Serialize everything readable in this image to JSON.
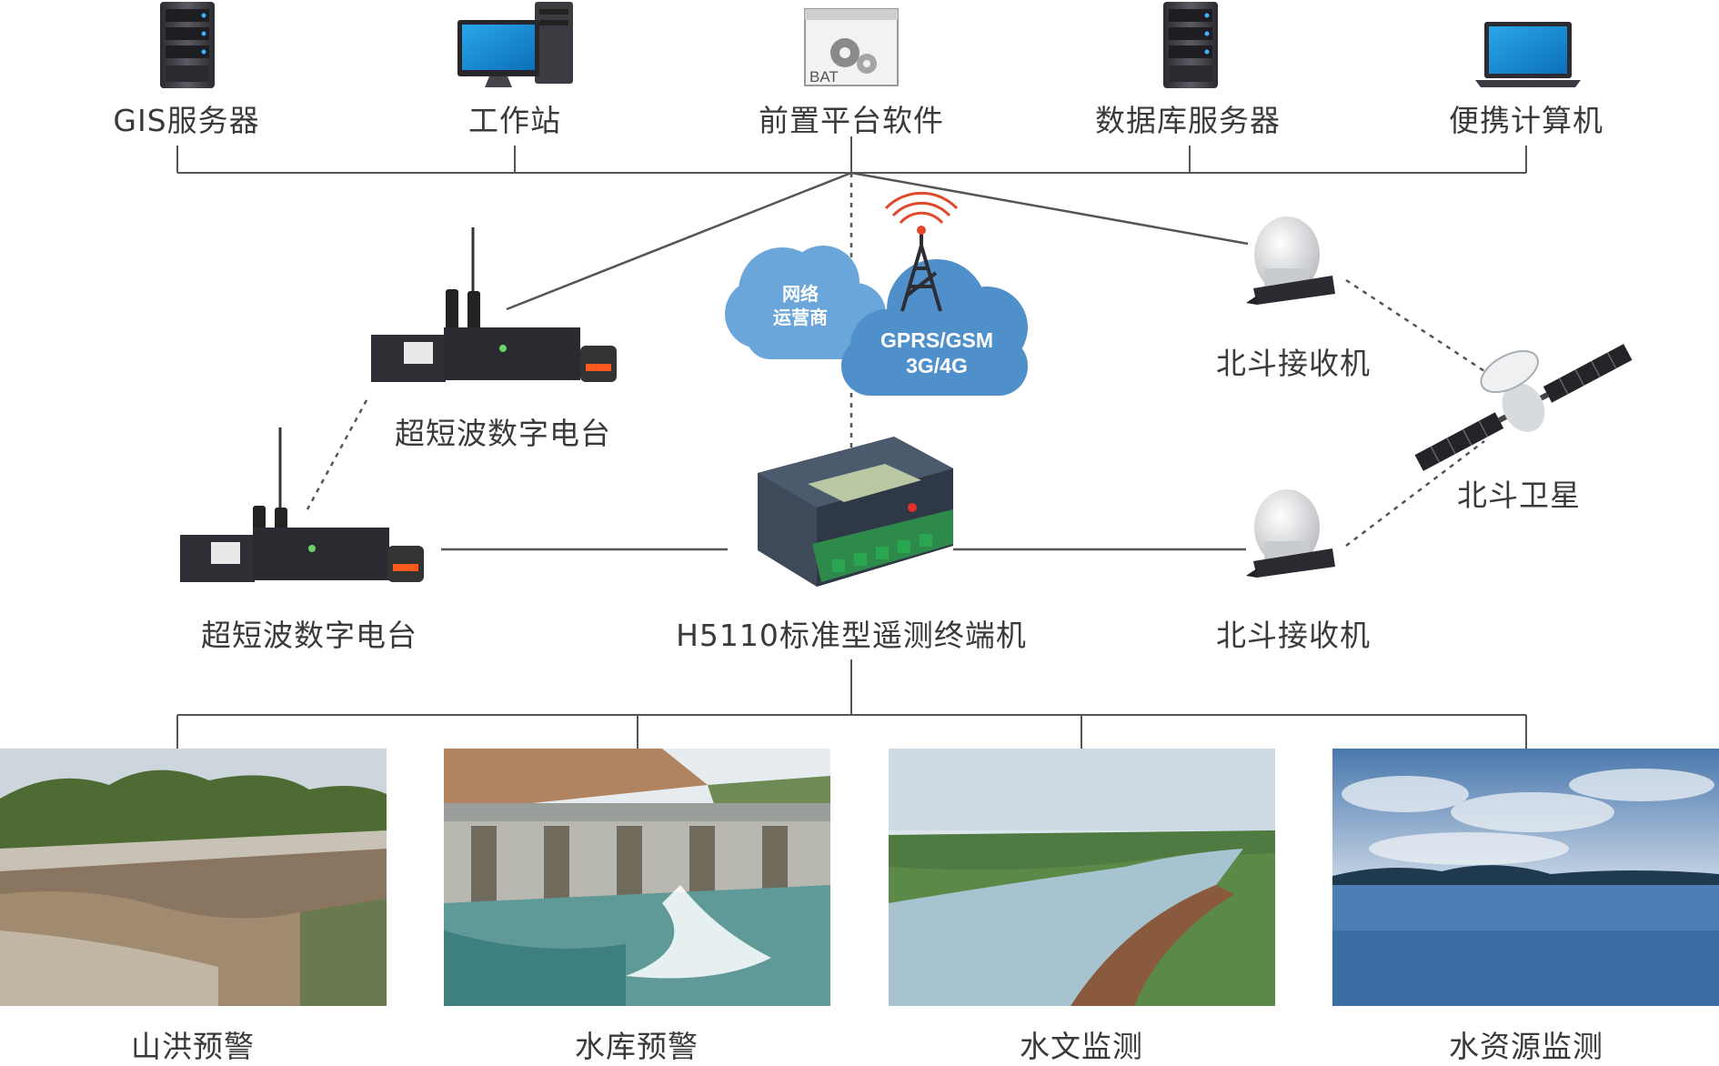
{
  "top_devices": [
    {
      "label": "GIS服务器",
      "icon": "server-icon"
    },
    {
      "label": "工作站",
      "icon": "workstation-icon"
    },
    {
      "label": "前置平台软件",
      "icon": "software-window-icon",
      "badge": "BAT"
    },
    {
      "label": "数据库服务器",
      "icon": "server-icon"
    },
    {
      "label": "便携计算机",
      "icon": "laptop-icon"
    }
  ],
  "network": {
    "carrier_label_1": "网络",
    "carrier_label_2": "运营商",
    "gprs_label": "GPRS/GSM",
    "gen_label": "3G/4G"
  },
  "radio_upper": {
    "label": "超短波数字电台"
  },
  "radio_lower": {
    "label": "超短波数字电台"
  },
  "terminal": {
    "label": "H5110标准型遥测终端机"
  },
  "beidou_upper": {
    "label": "北斗接收机"
  },
  "beidou_lower": {
    "label": "北斗接收机"
  },
  "satellite": {
    "label": "北斗卫星"
  },
  "applications": [
    {
      "label": "山洪预警"
    },
    {
      "label": "水库预警"
    },
    {
      "label": "水文监测"
    },
    {
      "label": "水资源监测"
    }
  ],
  "colors": {
    "line": "#555555",
    "cloud": "#6aa6d9",
    "cloud_dark": "#4f8fca",
    "device": "#3c3c44",
    "screen": "#1a8fd6"
  }
}
